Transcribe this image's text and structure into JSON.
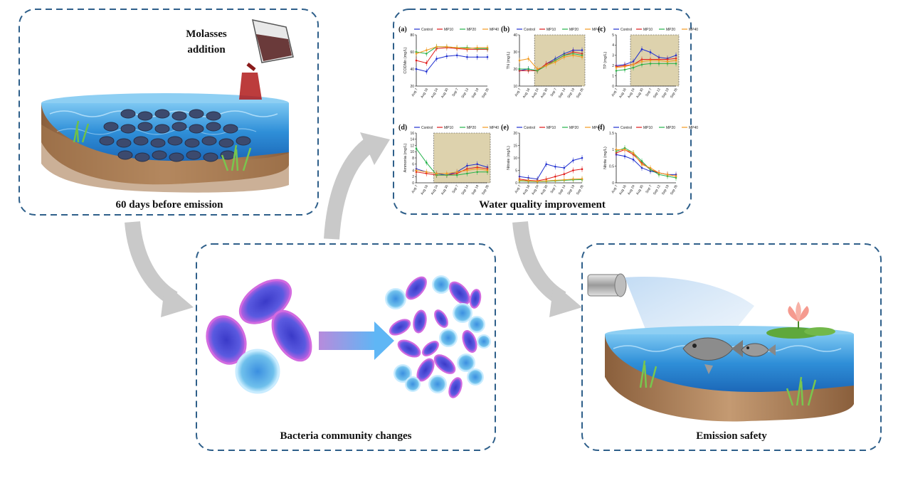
{
  "labels": {
    "molasses": "Molasses",
    "addition": "addition",
    "before": "60 days before emission",
    "water": "Water quality improvement",
    "bacteria": "Bacteria community changes",
    "safety": "Emission safety"
  },
  "colors": {
    "control": "#1f2fd0",
    "mp10": "#e01818",
    "mp20": "#22b24a",
    "mp40": "#f29a1f",
    "shade": "#ddd2ad",
    "border": "#2e5f8a",
    "water": "#2f8fd8",
    "soil": "#b78a62",
    "arrow": "#c9c9c9"
  },
  "legend": [
    "Control",
    "MP10",
    "MP20",
    "MP40"
  ],
  "chart_data": [
    {
      "type": "line",
      "panel": "(a)",
      "ylabel": "CODMn (mg/L)",
      "ylim": [
        20,
        80
      ],
      "yticks": [
        20,
        40,
        60,
        80
      ],
      "categories": [
        "Aug 7",
        "Aug 16",
        "Aug 24",
        "Aug 30",
        "Sep 7",
        "Sep 13",
        "Sep 19",
        "Sep 26"
      ],
      "shade": null,
      "series": [
        {
          "name": "Control",
          "values": [
            40,
            37,
            52,
            55,
            56,
            54,
            54,
            54
          ]
        },
        {
          "name": "MP10",
          "values": [
            50,
            47,
            64,
            65,
            64,
            63,
            63,
            63
          ]
        },
        {
          "name": "MP20",
          "values": [
            60,
            58,
            66,
            66,
            65,
            65,
            64,
            64
          ]
        },
        {
          "name": "MP40",
          "values": [
            58,
            62,
            66,
            66,
            65,
            64,
            65,
            65
          ]
        }
      ]
    },
    {
      "type": "line",
      "panel": "(b)",
      "ylabel": "TN (mg/L)",
      "ylim": [
        10,
        40
      ],
      "yticks": [
        10,
        20,
        30,
        40
      ],
      "categories": [
        "Aug 7",
        "Aug 16",
        "Aug 24",
        "Aug 30",
        "Sep 7",
        "Sep 14",
        "Sep 19",
        "Sep 26"
      ],
      "shade": [
        2,
        7
      ],
      "series": [
        {
          "name": "Control",
          "values": [
            19,
            20,
            19,
            23,
            26,
            29,
            31,
            31
          ]
        },
        {
          "name": "MP10",
          "values": [
            19,
            19,
            19,
            23,
            25,
            28,
            30,
            29
          ]
        },
        {
          "name": "MP20",
          "values": [
            20,
            20,
            19,
            22,
            25,
            28,
            29,
            28
          ]
        },
        {
          "name": "MP40",
          "values": [
            25,
            26,
            20,
            22,
            24,
            27,
            28,
            27
          ]
        }
      ]
    },
    {
      "type": "line",
      "panel": "(c)",
      "ylabel": "TP (mg/L)",
      "ylim": [
        0,
        5
      ],
      "yticks": [
        0,
        1,
        2,
        3,
        4,
        5
      ],
      "categories": [
        "Aug 7",
        "Aug 16",
        "Aug 24",
        "Aug 30",
        "Sep 7",
        "Sep 13",
        "Sep 19",
        "Sep 26"
      ],
      "shade": [
        2,
        7
      ],
      "series": [
        {
          "name": "Control",
          "values": [
            2.0,
            2.1,
            2.4,
            3.6,
            3.3,
            2.8,
            2.7,
            3.0
          ]
        },
        {
          "name": "MP10",
          "values": [
            1.9,
            2.0,
            2.1,
            2.6,
            2.6,
            2.6,
            2.6,
            2.7
          ]
        },
        {
          "name": "MP20",
          "values": [
            1.5,
            1.6,
            1.8,
            2.1,
            2.2,
            2.2,
            2.2,
            2.2
          ]
        },
        {
          "name": "MP40",
          "values": [
            1.8,
            1.9,
            2.1,
            2.4,
            2.5,
            2.5,
            2.4,
            2.5
          ]
        }
      ]
    },
    {
      "type": "line",
      "panel": "(d)",
      "ylabel": "Ammonia (mg/L)",
      "ylim": [
        0,
        16
      ],
      "yticks": [
        0,
        2,
        4,
        6,
        8,
        10,
        12,
        14,
        16
      ],
      "categories": [
        "Aug 7",
        "Aug 16",
        "Aug 24",
        "Aug 30",
        "Sep 7",
        "Sep 14",
        "Sep 19",
        "Sep 26"
      ],
      "shade": [
        2,
        7
      ],
      "series": [
        {
          "name": "Control",
          "values": [
            4.5,
            3.5,
            3.0,
            2.5,
            3.5,
            5.5,
            6.0,
            5.0
          ]
        },
        {
          "name": "MP10",
          "values": [
            3.5,
            3.0,
            2.5,
            2.5,
            3.0,
            4.5,
            5.0,
            4.5
          ]
        },
        {
          "name": "MP20",
          "values": [
            11.0,
            6.5,
            2.5,
            2.5,
            2.5,
            3.0,
            3.5,
            3.5
          ]
        },
        {
          "name": "MP40",
          "values": [
            4.0,
            3.5,
            3.0,
            3.0,
            3.5,
            4.0,
            4.5,
            4.0
          ]
        }
      ]
    },
    {
      "type": "line",
      "panel": "(e)",
      "ylabel": "Nitrate (mg/L)",
      "ylim": [
        0,
        20
      ],
      "yticks": [
        0,
        5,
        10,
        15,
        20
      ],
      "categories": [
        "Aug 7",
        "Aug 16",
        "Aug 24",
        "Aug 30",
        "Sep 7",
        "Sep 14",
        "Sep 19",
        "Sep 26"
      ],
      "shade": null,
      "series": [
        {
          "name": "Control",
          "values": [
            2.5,
            2.0,
            1.5,
            7.5,
            6.5,
            6.0,
            9.0,
            10.0
          ]
        },
        {
          "name": "MP10",
          "values": [
            1.5,
            1.0,
            0.8,
            1.5,
            2.5,
            3.5,
            5.0,
            5.5
          ]
        },
        {
          "name": "MP20",
          "values": [
            0.8,
            0.6,
            0.5,
            0.6,
            0.8,
            1.0,
            1.2,
            1.3
          ]
        },
        {
          "name": "MP40",
          "values": [
            1.0,
            0.8,
            0.6,
            0.8,
            1.0,
            1.2,
            1.5,
            1.6
          ]
        }
      ]
    },
    {
      "type": "line",
      "panel": "(f)",
      "ylabel": "Nitrite (mg/L)",
      "ylim": [
        0,
        1.5
      ],
      "yticks": [
        0,
        0.5,
        1.0,
        1.5
      ],
      "categories": [
        "Aug 7",
        "Aug 16",
        "Aug 24",
        "Aug 30",
        "Sep 7",
        "Sep 13",
        "Sep 19",
        "Sep 26"
      ],
      "shade": null,
      "series": [
        {
          "name": "Control",
          "values": [
            0.85,
            0.8,
            0.7,
            0.45,
            0.35,
            0.3,
            0.25,
            0.25
          ]
        },
        {
          "name": "MP10",
          "values": [
            0.9,
            1.0,
            0.85,
            0.6,
            0.4,
            0.3,
            0.25,
            0.2
          ]
        },
        {
          "name": "MP20",
          "values": [
            0.95,
            1.05,
            0.9,
            0.65,
            0.4,
            0.25,
            0.2,
            0.15
          ]
        },
        {
          "name": "MP40",
          "values": [
            1.0,
            1.0,
            0.9,
            0.55,
            0.45,
            0.3,
            0.25,
            0.2
          ]
        }
      ]
    }
  ]
}
